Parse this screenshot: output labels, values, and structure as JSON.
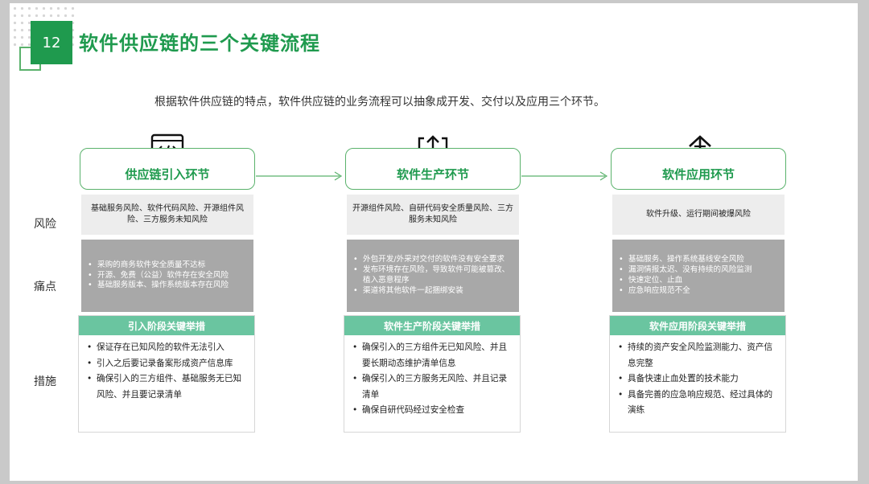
{
  "slide": {
    "number": "12",
    "title": "软件供应链的三个关键流程",
    "subtitle": "根据软件供应链的特点，软件供应链的业务流程可以抽象成开发、交付以及应用三个环节。"
  },
  "row_labels": {
    "risk": "风险",
    "pain": "痛点",
    "measure": "措施"
  },
  "colors": {
    "accent": "#1f9a4e",
    "outline": "#5ab26c",
    "measure_head": "#6ac5a0",
    "pain_bg": "#a8a8a8",
    "risk_bg": "#ededed"
  },
  "columns": [
    {
      "icon": "code-window-icon",
      "header": "供应链引入环节",
      "risk": "基础服务风险、软件代码风险、开源组件风险、三方服务未知风险",
      "pain": [
        "采购的商务软件安全质量不达标",
        "开源、免费（公益）软件存在安全风险",
        "基础服务版本、操作系统版本存在风险"
      ],
      "measure_title": "引入阶段关键举措",
      "measures": [
        "保证存在已知风险的软件无法引入",
        "引入之后要记录备案形成资产信息库",
        "确保引入的三方组件、基础服务无已知风险、并且要记录清单"
      ]
    },
    {
      "icon": "upload-icon",
      "header": "软件生产环节",
      "risk": "开源组件风险、自研代码安全质量风险、三方服务未知风险",
      "pain": [
        "外包开发/外采对交付的软件没有安全要求",
        "发布环境存在风险，导致软件可能被篡改、植入恶意程序",
        "渠道将其他软件一起捆绑安装"
      ],
      "measure_title": "软件生产阶段关键举措",
      "measures": [
        "确保引入的三方组件无已知风险、并且要长期动态维护清单信息",
        "确保引入的三方服务无风险、并且记录清单",
        "确保自研代码经过安全检查"
      ]
    },
    {
      "icon": "deploy-icon",
      "header": "软件应用环节",
      "risk": "软件升级、运行期间被爆风险",
      "pain": [
        "基础服务、操作系统基线安全风险",
        "漏洞情报太迟、没有持续的风险监测",
        "快速定位、止血",
        "应急响应规范不全"
      ],
      "measure_title": "软件应用阶段关键举措",
      "measures": [
        "持续的资产安全风险监测能力、资产信息完整",
        "具备快速止血处置的技术能力",
        "具备完善的应急响应规范、经过具体的演练"
      ]
    }
  ]
}
